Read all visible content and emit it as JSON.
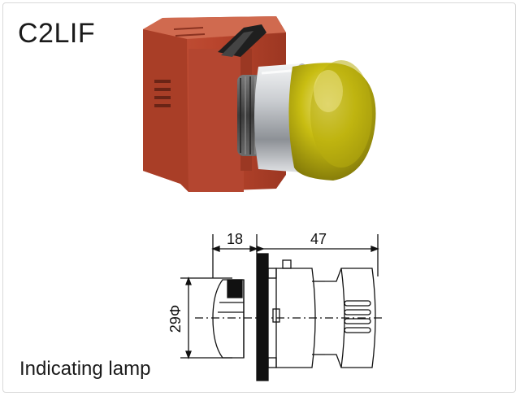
{
  "product": {
    "model_code": "C2LIF",
    "description": "Indicating lamp"
  },
  "drawing": {
    "dimensions": {
      "rear_depth": "18",
      "front_depth": "47",
      "diameter": "29Φ"
    }
  },
  "colors": {
    "housing": "#b8462f",
    "lens": "#c8bd12",
    "bezel": "#c9ccd0",
    "line": "#111111"
  }
}
